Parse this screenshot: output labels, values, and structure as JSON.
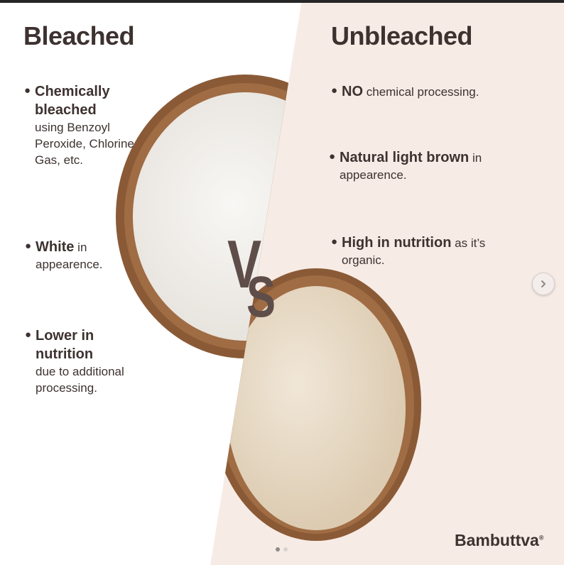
{
  "left": {
    "title": "Bleached",
    "points": [
      {
        "bold": "Chemically bleached",
        "text": "using Benzoyl Peroxide, Chlorine Gas, etc."
      },
      {
        "bold": "White",
        "text": "in appearence."
      },
      {
        "bold": "Lower in nutrition",
        "text": "due to additional processing."
      }
    ]
  },
  "right": {
    "title": "Unbleached",
    "points": [
      {
        "bold": "NO",
        "text": "chemical processing."
      },
      {
        "bold": "Natural light brown",
        "text": "in appearence."
      },
      {
        "bold": "High in nutrition",
        "text": "as it’s organic."
      }
    ]
  },
  "vs": {
    "v": "V",
    "s": "S"
  },
  "brand": {
    "name": "Bambuttva",
    "mark": "®"
  },
  "carousel": {
    "slide_count": 2,
    "active_slide": 1,
    "next_icon": "chevron-right-icon"
  },
  "colors": {
    "text": "#3d3230",
    "right_bg": "#f7ebe5",
    "bowl_wood": "#8a5a36",
    "bleached_flour": "#f2f0ec",
    "unbleached_flour": "#e8dccb"
  }
}
